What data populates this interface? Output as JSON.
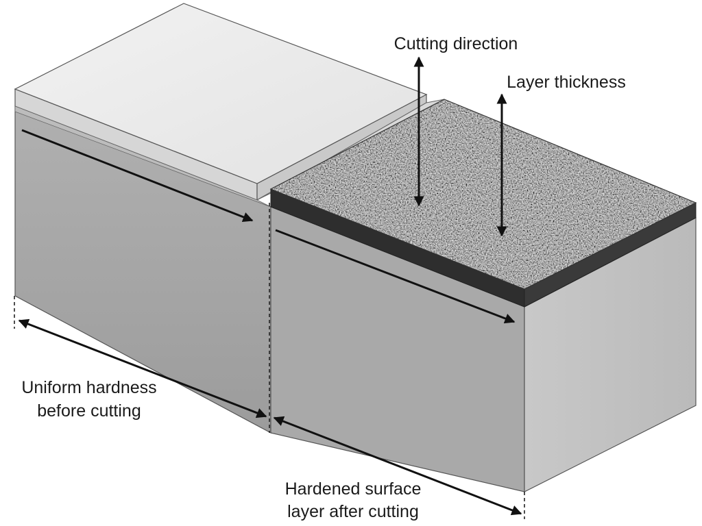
{
  "labels": {
    "cutting_direction": "Cutting direction",
    "layer_thickness": "Layer thickness",
    "uniform_hardness_line1": "Uniform hardness",
    "uniform_hardness_line2": "before cutting",
    "hardened_layer_line1": "Hardened surface",
    "hardened_layer_line2": "layer after cutting"
  },
  "colors": {
    "uncut_top": "#eaeaea",
    "hardened_texture": "#6e6e6e",
    "block_side": "#a8a8a8",
    "arrow": "#111111"
  }
}
